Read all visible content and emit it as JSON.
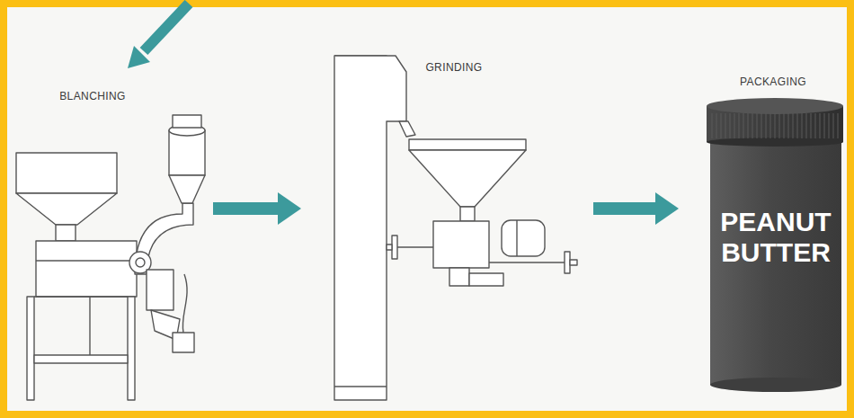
{
  "diagram": {
    "nodes": [
      {
        "text": [
          "BLANCHING"
        ]
      },
      {
        "text": [
          "GRINDING"
        ]
      },
      {
        "text": [
          "PACKAGING",
          "PEANUT BUTTER"
        ]
      }
    ],
    "edges": [
      {
        "from": 0,
        "to": 1,
        "arrow": "to"
      },
      {
        "from": 1,
        "to": 2,
        "arrow": "to"
      }
    ]
  }
}
